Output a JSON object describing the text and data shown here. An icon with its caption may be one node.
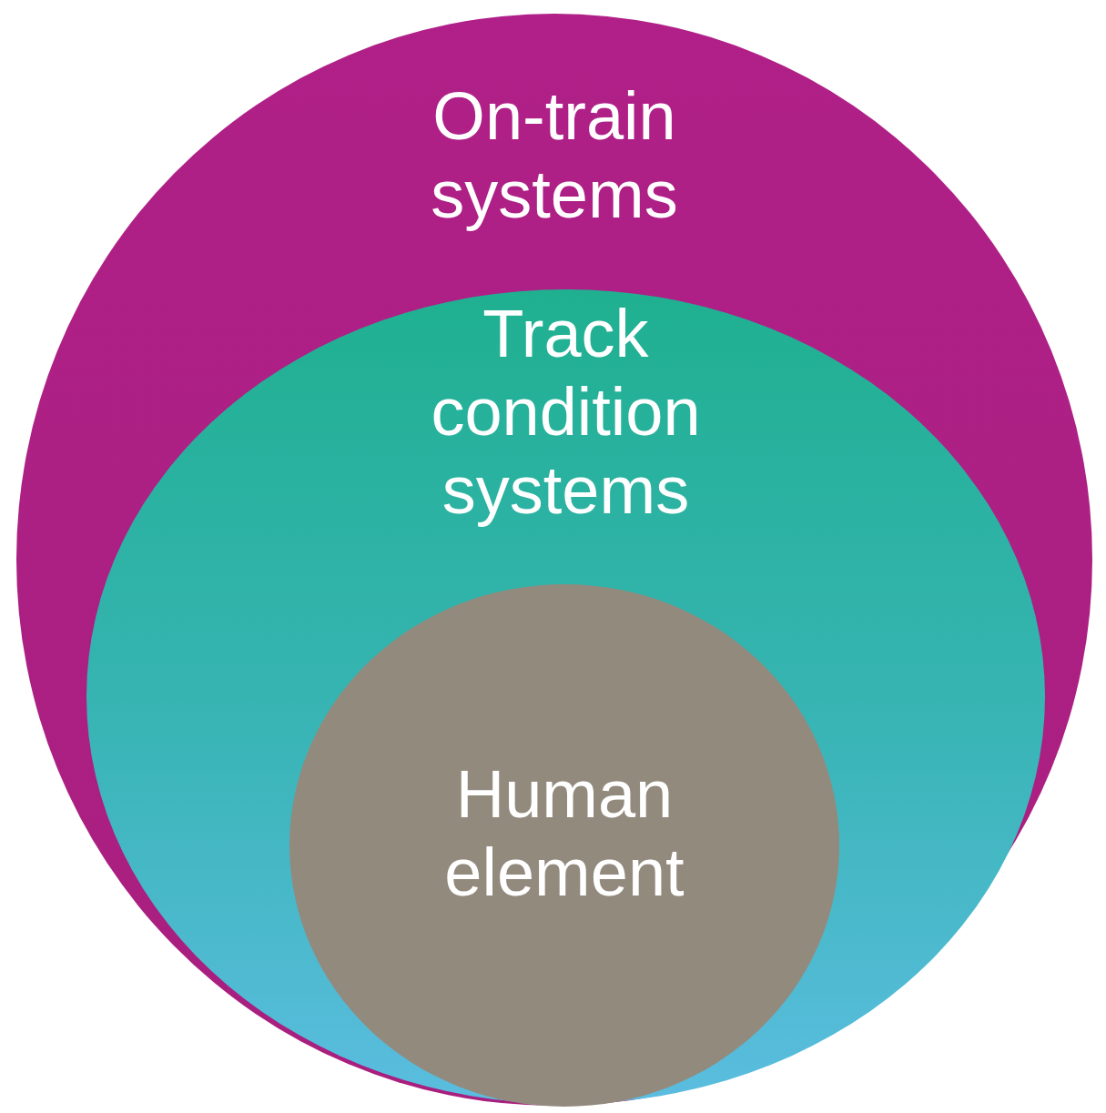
{
  "diagram": {
    "nodes": [
      {
        "text": [
          "On-train systems"
        ]
      },
      {
        "text": [
          "Track condition systems"
        ],
        "in": 0
      },
      {
        "text": [
          "Human element"
        ],
        "in": 1
      }
    ]
  }
}
